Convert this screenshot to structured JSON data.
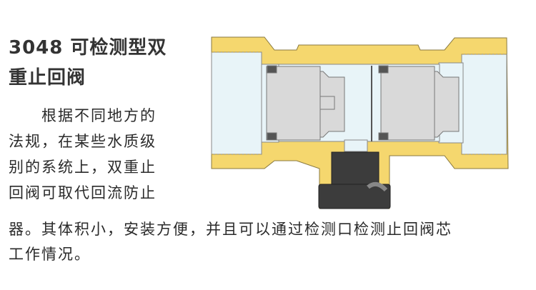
{
  "title": {
    "line1": "3048 可检测型双",
    "line2": "重止回阀"
  },
  "body": {
    "lines": [
      "　　根据不同地方的",
      "法规，在某些水质级",
      "别的系统上，双重止",
      "回阀可取代回流防止",
      "器。其体积小，安装方便，并且可以通过检测口检测止回阀芯",
      "工作情况。"
    ]
  },
  "colors": {
    "brass": "#f5d76e",
    "bore": "#e8f4f8",
    "cartridge": "#d9d9d9",
    "plug": "#3c3c3c"
  }
}
